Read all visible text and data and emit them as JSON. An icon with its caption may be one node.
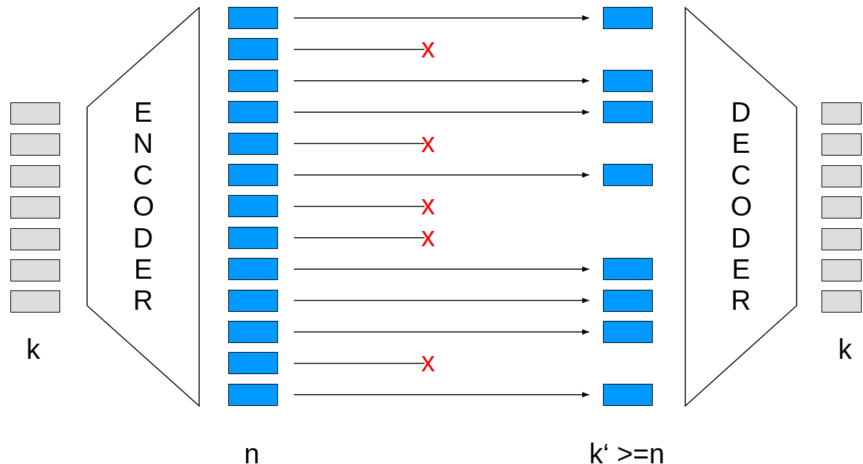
{
  "diagram": {
    "nodes": [
      {
        "text": [],
        "shape": "box"
      },
      {
        "text": [],
        "shape": "box"
      },
      {
        "text": [],
        "shape": "box"
      },
      {
        "text": [],
        "shape": "box"
      },
      {
        "text": [],
        "shape": "box"
      },
      {
        "text": [],
        "shape": "box"
      },
      {
        "text": [],
        "shape": "box"
      },
      {
        "text": [
          "ENCODER"
        ]
      },
      {
        "text": [],
        "shape": "box"
      },
      {
        "text": [],
        "shape": "box"
      },
      {
        "text": [],
        "shape": "box"
      },
      {
        "text": [],
        "shape": "box"
      },
      {
        "text": [],
        "shape": "box"
      },
      {
        "text": [],
        "shape": "box"
      },
      {
        "text": [],
        "shape": "box"
      },
      {
        "text": [],
        "shape": "box"
      },
      {
        "text": [],
        "shape": "box"
      },
      {
        "text": [],
        "shape": "box"
      },
      {
        "text": [],
        "shape": "box"
      },
      {
        "text": [],
        "shape": "box"
      },
      {
        "text": [],
        "shape": "box"
      },
      {
        "text": [],
        "shape": "box"
      },
      {
        "text": [],
        "shape": "box"
      },
      {
        "text": [],
        "shape": "box"
      },
      {
        "text": [],
        "shape": "box"
      },
      {
        "text": [],
        "shape": "box"
      },
      {
        "text": [],
        "shape": "box"
      },
      {
        "text": [],
        "shape": "box"
      },
      {
        "text": [],
        "shape": "box"
      },
      {
        "text": [
          "x"
        ]
      },
      {
        "text": [
          "x"
        ]
      },
      {
        "text": [
          "x"
        ]
      },
      {
        "text": [
          "x"
        ]
      },
      {
        "text": [
          "x"
        ]
      },
      {
        "text": [
          "DECODER"
        ]
      },
      {
        "text": [],
        "shape": "box"
      },
      {
        "text": [],
        "shape": "box"
      },
      {
        "text": [],
        "shape": "box"
      },
      {
        "text": [],
        "shape": "box"
      },
      {
        "text": [],
        "shape": "box"
      },
      {
        "text": [],
        "shape": "box"
      },
      {
        "text": [],
        "shape": "box"
      }
    ],
    "edges": [
      {
        "from": 8,
        "to": 21,
        "arrow": "to"
      },
      {
        "from": 9,
        "to": 29,
        "arrow": "none"
      },
      {
        "from": 10,
        "to": 22,
        "arrow": "to"
      },
      {
        "from": 11,
        "to": 23,
        "arrow": "to"
      },
      {
        "from": 12,
        "to": 30,
        "arrow": "none"
      },
      {
        "from": 13,
        "to": 24,
        "arrow": "to"
      },
      {
        "from": 14,
        "to": 31,
        "arrow": "none"
      },
      {
        "from": 15,
        "to": 32,
        "arrow": "none"
      },
      {
        "from": 16,
        "to": 25,
        "arrow": "to"
      },
      {
        "from": 17,
        "to": 26,
        "arrow": "to"
      },
      {
        "from": 18,
        "to": 27,
        "arrow": "to"
      },
      {
        "from": 19,
        "to": 33,
        "arrow": "none"
      },
      {
        "from": 20,
        "to": 28,
        "arrow": "to"
      }
    ],
    "labels": [
      "k",
      "k",
      "n",
      "k‘ >=n"
    ]
  }
}
